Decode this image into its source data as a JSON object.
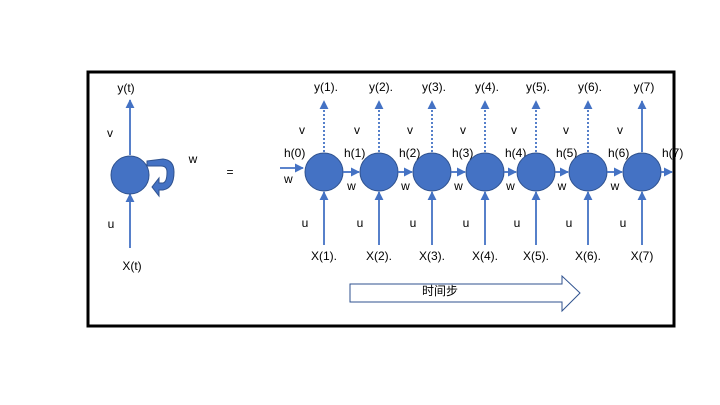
{
  "colors": {
    "node": "#4472c4",
    "node_stroke": "#2f528f",
    "frame": "#000000"
  },
  "folded": {
    "output_label": "y(t)",
    "input_label": "X(t)",
    "v_label": "v",
    "u_label": "u",
    "w_label": "w"
  },
  "equals_sign": "=",
  "unrolled": {
    "initial_state": "h(0)",
    "initial_w": "w",
    "v_label": "v",
    "u_label": "u",
    "w_label": "w",
    "steps": [
      {
        "output": "y(1).",
        "input": "X(1).",
        "state": "h(1)"
      },
      {
        "output": "y(2).",
        "input": "X(2).",
        "state": "h(2)."
      },
      {
        "output": "y(3).",
        "input": "X(3).",
        "state": "h(3)."
      },
      {
        "output": "y(4).",
        "input": "X(4).",
        "state": "h(4)."
      },
      {
        "output": "y(5).",
        "input": "X(5).",
        "state": "h(5)."
      },
      {
        "output": "y(6).",
        "input": "X(6).",
        "state": "h(6)"
      },
      {
        "output": "y(7)",
        "input": "X(7)",
        "state": "h(7)"
      }
    ]
  },
  "timeline_label": "时间步"
}
